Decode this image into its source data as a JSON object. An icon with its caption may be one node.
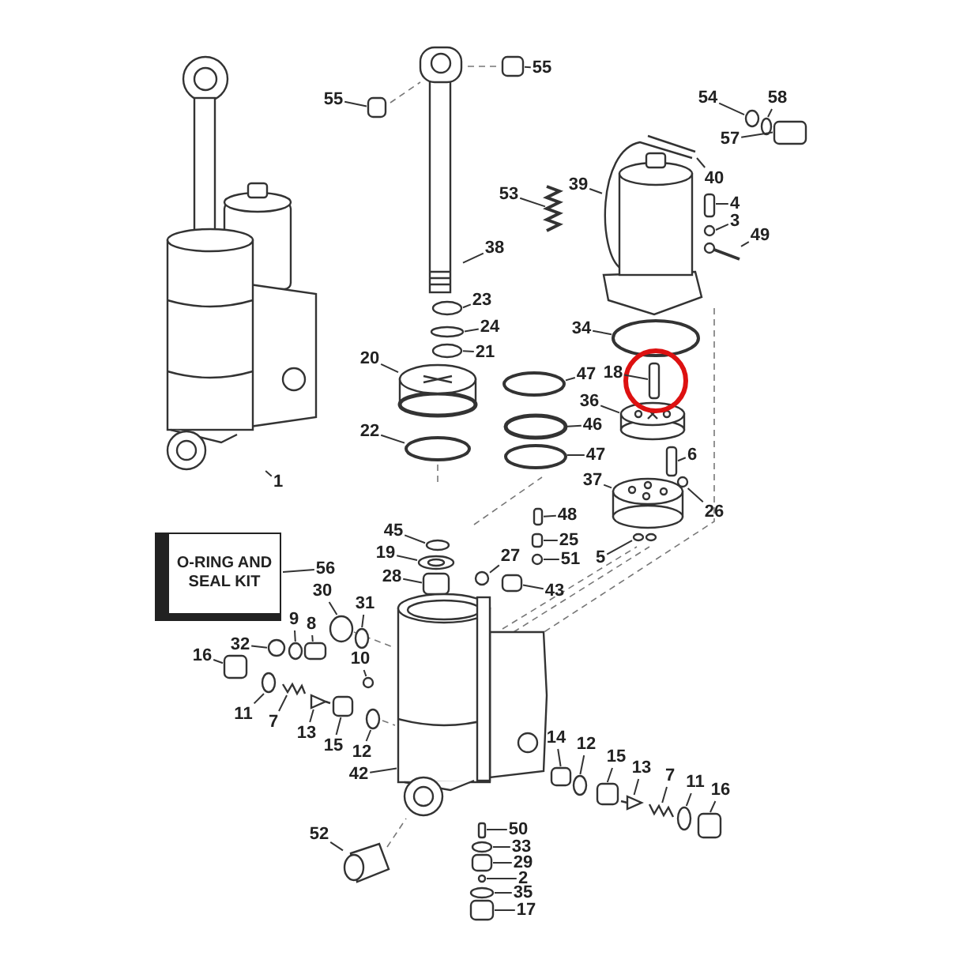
{
  "diagram": {
    "nodes": [
      {
        "text": [
          "55"
        ]
      },
      {
        "text": [
          "54"
        ]
      },
      {
        "text": [
          "58"
        ]
      },
      {
        "text": [
          "55"
        ]
      },
      {
        "text": [
          "57"
        ]
      },
      {
        "text": [
          "40"
        ]
      },
      {
        "text": [
          "39"
        ]
      },
      {
        "text": [
          "53"
        ]
      },
      {
        "text": [
          "4"
        ]
      },
      {
        "text": [
          "3"
        ]
      },
      {
        "text": [
          "49"
        ]
      },
      {
        "text": [
          "38"
        ]
      },
      {
        "text": [
          "23"
        ]
      },
      {
        "text": [
          "24"
        ]
      },
      {
        "text": [
          "21"
        ]
      },
      {
        "text": [
          "34"
        ]
      },
      {
        "text": [
          "20"
        ]
      },
      {
        "text": [
          "18"
        ]
      },
      {
        "text": [
          "47"
        ]
      },
      {
        "text": [
          "36"
        ]
      },
      {
        "text": [
          "46"
        ]
      },
      {
        "text": [
          "22"
        ]
      },
      {
        "text": [
          "1"
        ]
      },
      {
        "text": [
          "47"
        ]
      },
      {
        "text": [
          "6"
        ]
      },
      {
        "text": [
          "37"
        ]
      },
      {
        "text": [
          "26"
        ]
      },
      {
        "text": [
          "48"
        ]
      },
      {
        "text": [
          "45"
        ]
      },
      {
        "text": [
          "25"
        ]
      },
      {
        "text": [
          "19"
        ]
      },
      {
        "text": [
          "5"
        ]
      },
      {
        "text": [
          "51"
        ]
      },
      {
        "text": [
          "27"
        ]
      },
      {
        "text": [
          "O-RING AND SEAL KIT"
        ]
      },
      {
        "text": [
          "56"
        ]
      },
      {
        "text": [
          "28"
        ]
      },
      {
        "text": [
          "43"
        ]
      },
      {
        "text": [
          "30"
        ]
      },
      {
        "text": [
          "31"
        ]
      },
      {
        "text": [
          "9"
        ]
      },
      {
        "text": [
          "8"
        ]
      },
      {
        "text": [
          "32"
        ]
      },
      {
        "text": [
          "16"
        ]
      },
      {
        "text": [
          "10"
        ]
      },
      {
        "text": [
          "11"
        ]
      },
      {
        "text": [
          "7"
        ]
      },
      {
        "text": [
          "13"
        ]
      },
      {
        "text": [
          "14"
        ]
      },
      {
        "text": [
          "15"
        ]
      },
      {
        "text": [
          "12"
        ]
      },
      {
        "text": [
          "12"
        ]
      },
      {
        "text": [
          "15"
        ]
      },
      {
        "text": [
          "13"
        ]
      },
      {
        "text": [
          "7"
        ]
      },
      {
        "text": [
          "11"
        ]
      },
      {
        "text": [
          "16"
        ]
      },
      {
        "text": [
          "42"
        ]
      },
      {
        "text": [
          "50"
        ]
      },
      {
        "text": [
          "52"
        ]
      },
      {
        "text": [
          "33"
        ]
      },
      {
        "text": [
          "29"
        ]
      },
      {
        "text": [
          "2"
        ]
      },
      {
        "text": [
          "35"
        ]
      },
      {
        "text": [
          "17"
        ]
      },
      {
        "text": [],
        "shape": "box"
      },
      {
        "text": [],
        "shape": "circle"
      },
      {
        "text": [],
        "shape": "circle"
      },
      {
        "text": [],
        "shape": "box"
      },
      {
        "text": [],
        "shape": "box"
      },
      {
        "text": [],
        "shape": "picture"
      },
      {
        "text": [],
        "shape": "picture"
      },
      {
        "text": [],
        "shape": "picture"
      },
      {
        "text": [],
        "shape": "box"
      },
      {
        "text": [],
        "shape": "circle"
      },
      {
        "text": [],
        "shape": "picture"
      },
      {
        "text": [],
        "shape": "picture"
      },
      {
        "text": [],
        "shape": "circle"
      },
      {
        "text": [],
        "shape": "circle"
      },
      {
        "text": [],
        "shape": "circle"
      },
      {
        "text": [],
        "shape": "circle"
      },
      {
        "text": [],
        "shape": "picture"
      },
      {
        "text": [],
        "shape": "box"
      },
      {
        "text": [],
        "shape": "circle"
      },
      {
        "text": [],
        "shape": "picture"
      },
      {
        "text": [],
        "shape": "circle"
      },
      {
        "text": [],
        "shape": "circle"
      },
      {
        "text": [],
        "shape": "picture"
      },
      {
        "text": [],
        "shape": "circle"
      },
      {
        "text": [],
        "shape": "box"
      },
      {
        "text": [],
        "shape": "picture"
      },
      {
        "text": [],
        "shape": "circle"
      },
      {
        "text": [],
        "shape": "box"
      },
      {
        "text": [],
        "shape": "circle"
      },
      {
        "text": [],
        "shape": "box"
      },
      {
        "text": [],
        "shape": "picture"
      },
      {
        "text": [],
        "shape": "picture"
      },
      {
        "text": [],
        "shape": "circle"
      },
      {
        "text": [],
        "shape": "circle"
      },
      {
        "text": [],
        "shape": "box"
      },
      {
        "text": [],
        "shape": "box"
      },
      {
        "text": [],
        "shape": "circle"
      },
      {
        "text": [],
        "shape": "circle"
      },
      {
        "text": [],
        "shape": "circle"
      },
      {
        "text": [],
        "shape": "box"
      },
      {
        "text": [],
        "shape": "circle"
      },
      {
        "text": [],
        "shape": "box"
      },
      {
        "text": [],
        "shape": "circle"
      },
      {
        "text": [],
        "shape": "circle"
      },
      {
        "text": [],
        "shape": "picture"
      },
      {
        "text": [],
        "shape": "picture"
      },
      {
        "text": [],
        "shape": "box"
      },
      {
        "text": [],
        "shape": "box"
      },
      {
        "text": [],
        "shape": "circle"
      },
      {
        "text": [],
        "shape": "circle"
      },
      {
        "text": [],
        "shape": "box"
      },
      {
        "text": [],
        "shape": "picture"
      },
      {
        "text": [],
        "shape": "picture"
      },
      {
        "text": [],
        "shape": "circle"
      },
      {
        "text": [],
        "shape": "box"
      },
      {
        "text": [],
        "shape": "picture"
      },
      {
        "text": [],
        "shape": "box"
      },
      {
        "text": [],
        "shape": "picture"
      },
      {
        "text": [],
        "shape": "circle"
      },
      {
        "text": [],
        "shape": "box"
      },
      {
        "text": [],
        "shape": "circle"
      },
      {
        "text": [],
        "shape": "circle"
      },
      {
        "text": [],
        "shape": "box"
      }
    ],
    "edges": [
      {
        "from": 0,
        "to": 65,
        "arrow": "none"
      },
      {
        "from": 1,
        "to": 66,
        "arrow": "none"
      },
      {
        "from": 2,
        "to": 67,
        "arrow": "none"
      },
      {
        "from": 3,
        "to": 68,
        "arrow": "none"
      },
      {
        "from": 4,
        "to": 69,
        "arrow": "none"
      },
      {
        "from": 5,
        "to": 70,
        "arrow": "none"
      },
      {
        "from": 6,
        "to": 71,
        "arrow": "none"
      },
      {
        "from": 7,
        "to": 72,
        "arrow": "none"
      },
      {
        "from": 8,
        "to": 73,
        "arrow": "none"
      },
      {
        "from": 9,
        "to": 74,
        "arrow": "none"
      },
      {
        "from": 10,
        "to": 75,
        "arrow": "none"
      },
      {
        "from": 11,
        "to": 76,
        "arrow": "none"
      },
      {
        "from": 12,
        "to": 77,
        "arrow": "none"
      },
      {
        "from": 13,
        "to": 78,
        "arrow": "none"
      },
      {
        "from": 14,
        "to": 79,
        "arrow": "none"
      },
      {
        "from": 15,
        "to": 80,
        "arrow": "none"
      },
      {
        "from": 16,
        "to": 81,
        "arrow": "none"
      },
      {
        "from": 17,
        "to": 82,
        "arrow": "none"
      },
      {
        "from": 18,
        "to": 83,
        "arrow": "none"
      },
      {
        "from": 19,
        "to": 84,
        "arrow": "none"
      },
      {
        "from": 20,
        "to": 85,
        "arrow": "none"
      },
      {
        "from": 21,
        "to": 86,
        "arrow": "none"
      },
      {
        "from": 22,
        "to": 87,
        "arrow": "none"
      },
      {
        "from": 23,
        "to": 88,
        "arrow": "none"
      },
      {
        "from": 24,
        "to": 89,
        "arrow": "none"
      },
      {
        "from": 25,
        "to": 90,
        "arrow": "none"
      },
      {
        "from": 26,
        "to": 91,
        "arrow": "none"
      },
      {
        "from": 27,
        "to": 92,
        "arrow": "none"
      },
      {
        "from": 28,
        "to": 93,
        "arrow": "none"
      },
      {
        "from": 29,
        "to": 94,
        "arrow": "none"
      },
      {
        "from": 30,
        "to": 95,
        "arrow": "none"
      },
      {
        "from": 31,
        "to": 96,
        "arrow": "none"
      },
      {
        "from": 32,
        "to": 97,
        "arrow": "none"
      },
      {
        "from": 33,
        "to": 98,
        "arrow": "none"
      },
      {
        "from": 35,
        "to": 34,
        "arrow": "none"
      },
      {
        "from": 36,
        "to": 99,
        "arrow": "none"
      },
      {
        "from": 37,
        "to": 100,
        "arrow": "none"
      },
      {
        "from": 38,
        "to": 101,
        "arrow": "none"
      },
      {
        "from": 39,
        "to": 102,
        "arrow": "none"
      },
      {
        "from": 40,
        "to": 103,
        "arrow": "none"
      },
      {
        "from": 41,
        "to": 104,
        "arrow": "none"
      },
      {
        "from": 42,
        "to": 105,
        "arrow": "none"
      },
      {
        "from": 43,
        "to": 106,
        "arrow": "none"
      },
      {
        "from": 44,
        "to": 107,
        "arrow": "none"
      },
      {
        "from": 45,
        "to": 108,
        "arrow": "none"
      },
      {
        "from": 46,
        "to": 109,
        "arrow": "none"
      },
      {
        "from": 47,
        "to": 110,
        "arrow": "none"
      },
      {
        "from": 48,
        "to": 111,
        "arrow": "none"
      },
      {
        "from": 49,
        "to": 112,
        "arrow": "none"
      },
      {
        "from": 50,
        "to": 113,
        "arrow": "none"
      },
      {
        "from": 51,
        "to": 114,
        "arrow": "none"
      },
      {
        "from": 52,
        "to": 115,
        "arrow": "none"
      },
      {
        "from": 53,
        "to": 116,
        "arrow": "none"
      },
      {
        "from": 54,
        "to": 117,
        "arrow": "none"
      },
      {
        "from": 55,
        "to": 118,
        "arrow": "none"
      },
      {
        "from": 56,
        "to": 119,
        "arrow": "none"
      },
      {
        "from": 57,
        "to": 120,
        "arrow": "none"
      },
      {
        "from": 58,
        "to": 121,
        "arrow": "none"
      },
      {
        "from": 59,
        "to": 122,
        "arrow": "none"
      },
      {
        "from": 60,
        "to": 123,
        "arrow": "none"
      },
      {
        "from": 61,
        "to": 124,
        "arrow": "none"
      },
      {
        "from": 62,
        "to": 125,
        "arrow": "none"
      },
      {
        "from": 63,
        "to": 126,
        "arrow": "none"
      },
      {
        "from": 64,
        "to": 127,
        "arrow": "none"
      }
    ]
  }
}
